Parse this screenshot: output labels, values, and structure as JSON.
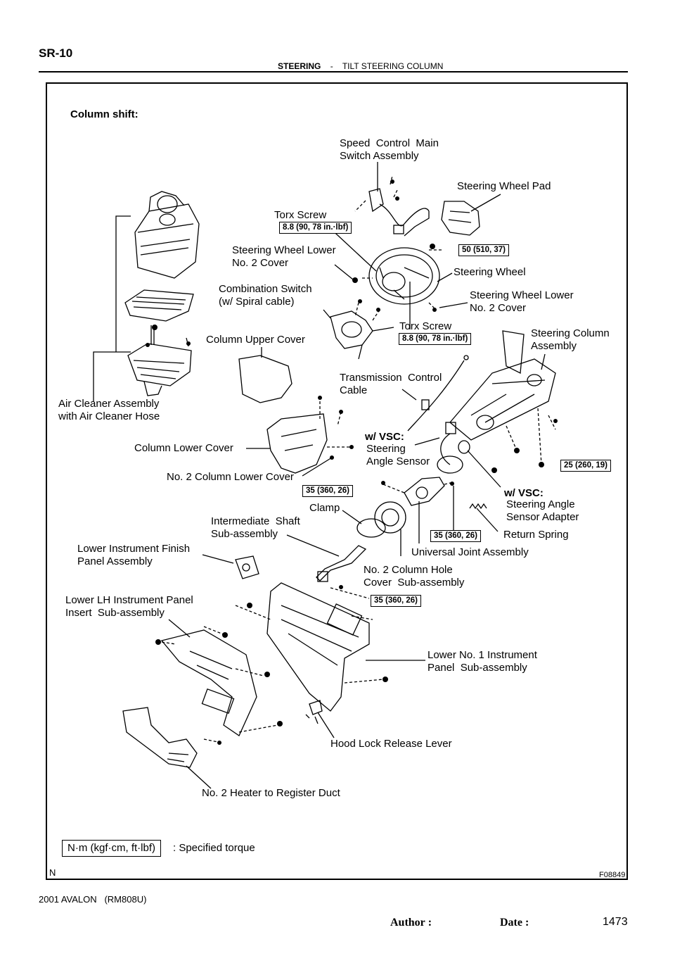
{
  "header": {
    "page_code": "SR-10",
    "section": "STEERING",
    "separator": "-",
    "subsection": "TILT STEERING COLUMN"
  },
  "figure": {
    "heading": "Column shift:",
    "figure_id": "F08849",
    "corner_mark": "N",
    "legend_box": "N·m (kgf·cm, ft·lbf)",
    "legend_text": ": Specified torque"
  },
  "labels": {
    "speed_control": "Speed  Control  Main\nSwitch Assembly",
    "steering_wheel_pad": "Steering Wheel Pad",
    "torx_screw_1": "Torx Screw",
    "sw_lower_cover_left": "Steering Wheel Lower\nNo. 2 Cover",
    "steering_wheel": "Steering Wheel",
    "combination_switch": "Combination Switch\n(w/ Spiral cable)",
    "sw_lower_cover_right": "Steering Wheel Lower\nNo. 2 Cover",
    "torx_screw_2": "Torx Screw",
    "column_upper_cover": "Column Upper Cover",
    "steering_column": "Steering Column\nAssembly",
    "transmission_cable": "Transmission  Control\nCable",
    "air_cleaner": "Air Cleaner Assembly\nwith Air Cleaner Hose",
    "vsc_1": "w/ VSC:",
    "steering_angle_sensor": "Steering\nAngle Sensor",
    "column_lower_cover": "Column Lower Cover",
    "no2_column_lower_cover": "No. 2 Column Lower Cover",
    "vsc_2": "w/ VSC:",
    "sensor_adapter": "Steering Angle\nSensor Adapter",
    "clamp": "Clamp",
    "intermediate_shaft": "Intermediate  Shaft\nSub-assembly",
    "return_spring": "Return Spring",
    "universal_joint": "Universal Joint Assembly",
    "lower_instrument_finish": "Lower Instrument Finish\nPanel Assembly",
    "no2_column_hole_cover": "No. 2 Column Hole\nCover  Sub-assembly",
    "lower_lh_insert": "Lower LH Instrument Panel\nInsert  Sub-assembly",
    "lower_no1_panel": "Lower No. 1 Instrument\nPanel  Sub-assembly",
    "hood_lock": "Hood Lock Release Lever",
    "heater_duct": "No. 2 Heater to Register Duct"
  },
  "torques": {
    "t1": "8.8 (90, 78 in.·lbf)",
    "t2": "50 (510, 37)",
    "t3": "8.8 (90, 78 in.·lbf)",
    "t4": "25 (260, 19)",
    "t5": "35 (360, 26)",
    "t6": "35 (360, 26)",
    "t7": "35 (360, 26)"
  },
  "footer": {
    "model": "2001 AVALON   (RM808U)",
    "author_label": "Author :",
    "date_label": "Date :",
    "page_number": "1473"
  }
}
